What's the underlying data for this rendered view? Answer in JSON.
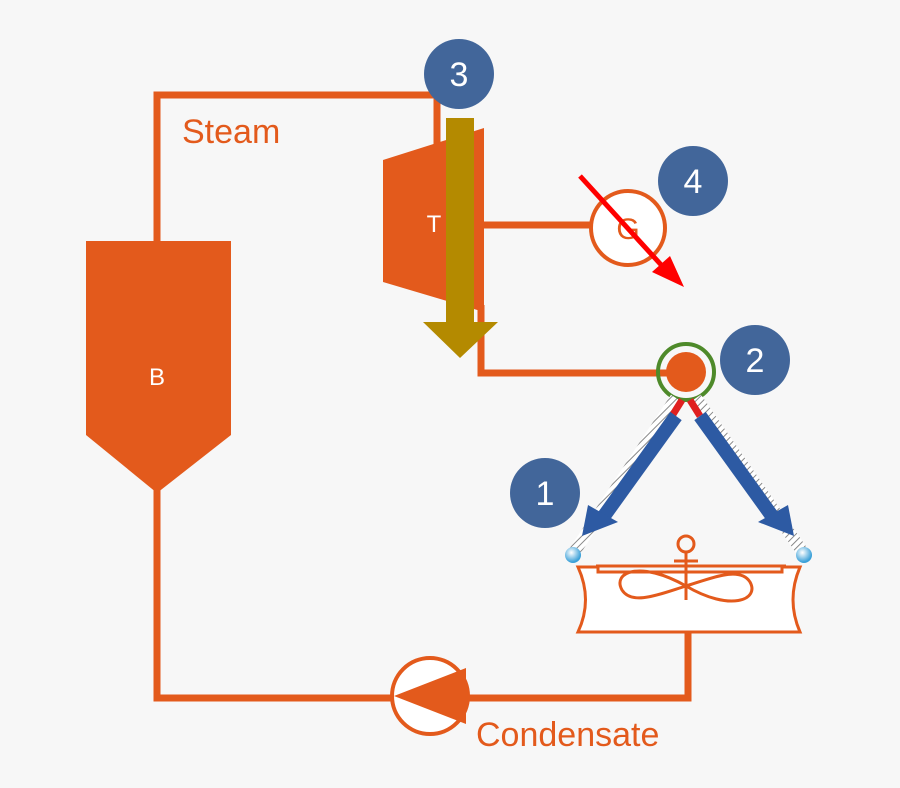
{
  "labels": {
    "steam": "Steam",
    "condensate": "Condensate",
    "boiler": "B",
    "turbine": "T",
    "generator": "G"
  },
  "markers": {
    "m1": "1",
    "m2": "2",
    "m3": "3",
    "m4": "4"
  },
  "colors": {
    "pipe": "#e35a1c",
    "marker": "#42669a",
    "energy_arrow": "#b48a00",
    "red_arrow": "#ff0000",
    "blue_arrow": "#2d5aa3",
    "green_ring": "#4e8a2a"
  },
  "icons": [
    "boiler-icon",
    "turbine-icon",
    "generator-icon",
    "pump-icon",
    "cooling-tower-fan-icon",
    "expansion-valve-icon"
  ]
}
